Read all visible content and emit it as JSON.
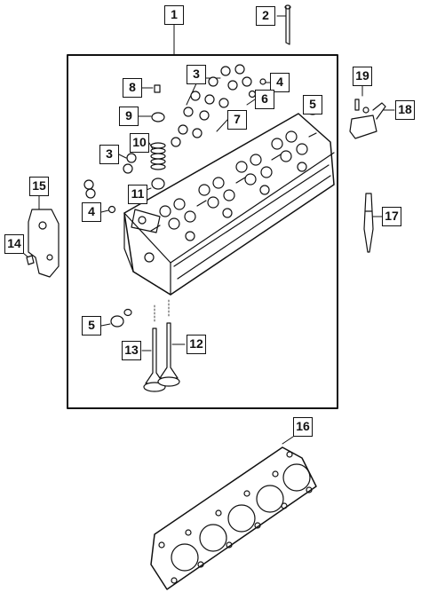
{
  "callouts": [
    {
      "id": "c1",
      "label": "1"
    },
    {
      "id": "c2",
      "label": "2"
    },
    {
      "id": "c3a",
      "label": "3"
    },
    {
      "id": "c4a",
      "label": "4"
    },
    {
      "id": "c5a",
      "label": "5"
    },
    {
      "id": "c6",
      "label": "6"
    },
    {
      "id": "c7",
      "label": "7"
    },
    {
      "id": "c8",
      "label": "8"
    },
    {
      "id": "c9",
      "label": "9"
    },
    {
      "id": "c10",
      "label": "10"
    },
    {
      "id": "c3b",
      "label": "3"
    },
    {
      "id": "c11",
      "label": "11"
    },
    {
      "id": "c4b",
      "label": "4"
    },
    {
      "id": "c15",
      "label": "15"
    },
    {
      "id": "c14",
      "label": "14"
    },
    {
      "id": "c19",
      "label": "19"
    },
    {
      "id": "c18",
      "label": "18"
    },
    {
      "id": "c17",
      "label": "17"
    },
    {
      "id": "c5b",
      "label": "5"
    },
    {
      "id": "c13",
      "label": "13"
    },
    {
      "id": "c12",
      "label": "12"
    },
    {
      "id": "c16",
      "label": "16"
    }
  ]
}
